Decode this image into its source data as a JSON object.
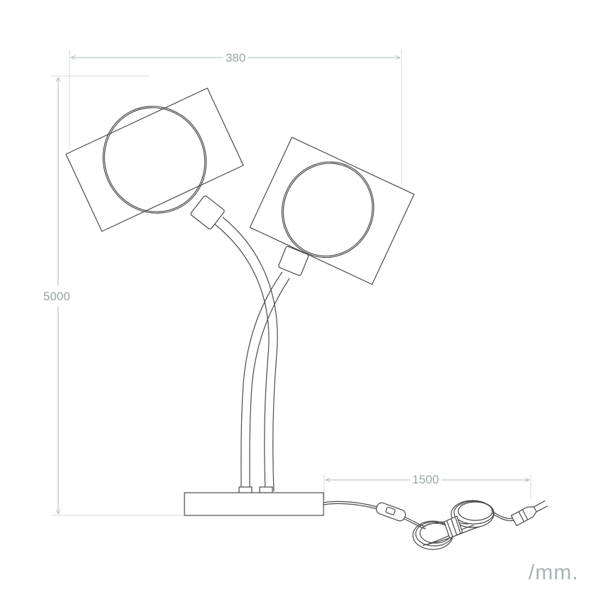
{
  "dimensions": {
    "width": "380",
    "height": "5000",
    "cable": "1500"
  },
  "unit": "/mm.",
  "colors": {
    "line": "#4a4a4a",
    "dimension": "#9aa5a8"
  }
}
